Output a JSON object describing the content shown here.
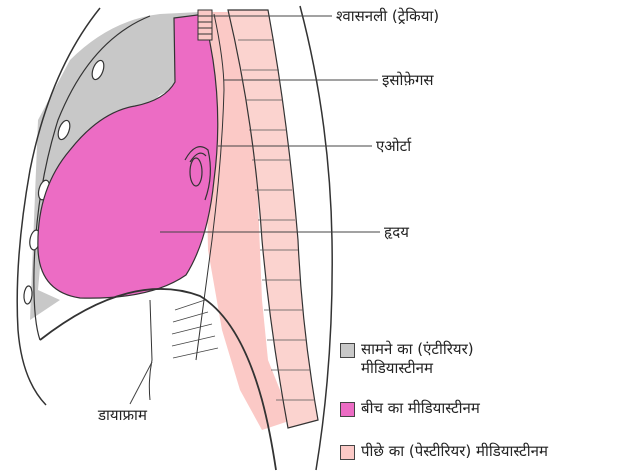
{
  "labels": {
    "trachea": "श्वासनली (ट्रेकिया)",
    "esophagus": "इसोफ़ेगस",
    "aorta": "एओर्टा",
    "heart": "हृदय",
    "diaphragm": "डायाफ्राम"
  },
  "legend": [
    {
      "line1": "सामने का (एंटीरियर)",
      "line2": "मीडियास्टीनम",
      "color": "#c8c8c8"
    },
    {
      "line1": "बीच का मीडियास्टीनम",
      "line2": "",
      "color": "#ec6cc4"
    },
    {
      "line1": "पीछे का (पेस्टीरियर) मीडियास्टीनम",
      "line2": "",
      "color": "#fbc9c6"
    }
  ],
  "colors": {
    "anterior": "#c8c8c8",
    "middle": "#ec6cc4",
    "posterior": "#fbc9c6",
    "outline": "#333333"
  }
}
